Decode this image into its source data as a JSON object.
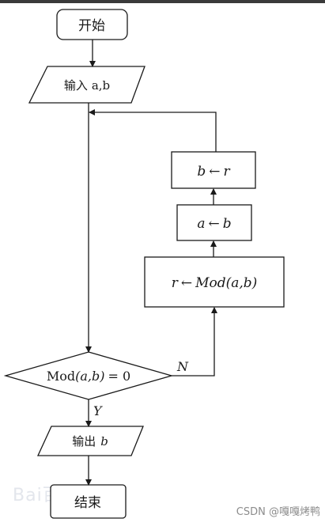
{
  "flowchart": {
    "start": "开始",
    "input": {
      "prefix": "输入",
      "vars": "a,b"
    },
    "assign_b": {
      "lhs": "b",
      "arrow": "←",
      "rhs": "r"
    },
    "assign_a": {
      "lhs": "a",
      "arrow": "←",
      "rhs": "b"
    },
    "assign_r": {
      "lhs": "r",
      "arrow": "←",
      "fn": "Mod",
      "args": "(a,b)"
    },
    "decision": {
      "fn": "Mod",
      "args": "(a,b)",
      "cmp": "= 0"
    },
    "label_no": "N",
    "label_yes": "Y",
    "output": {
      "prefix": "输出",
      "var": "b"
    },
    "end": "结束"
  },
  "watermark": "CSDN @嘎嘎烤鸭",
  "faint_mark": "Bai百科"
}
